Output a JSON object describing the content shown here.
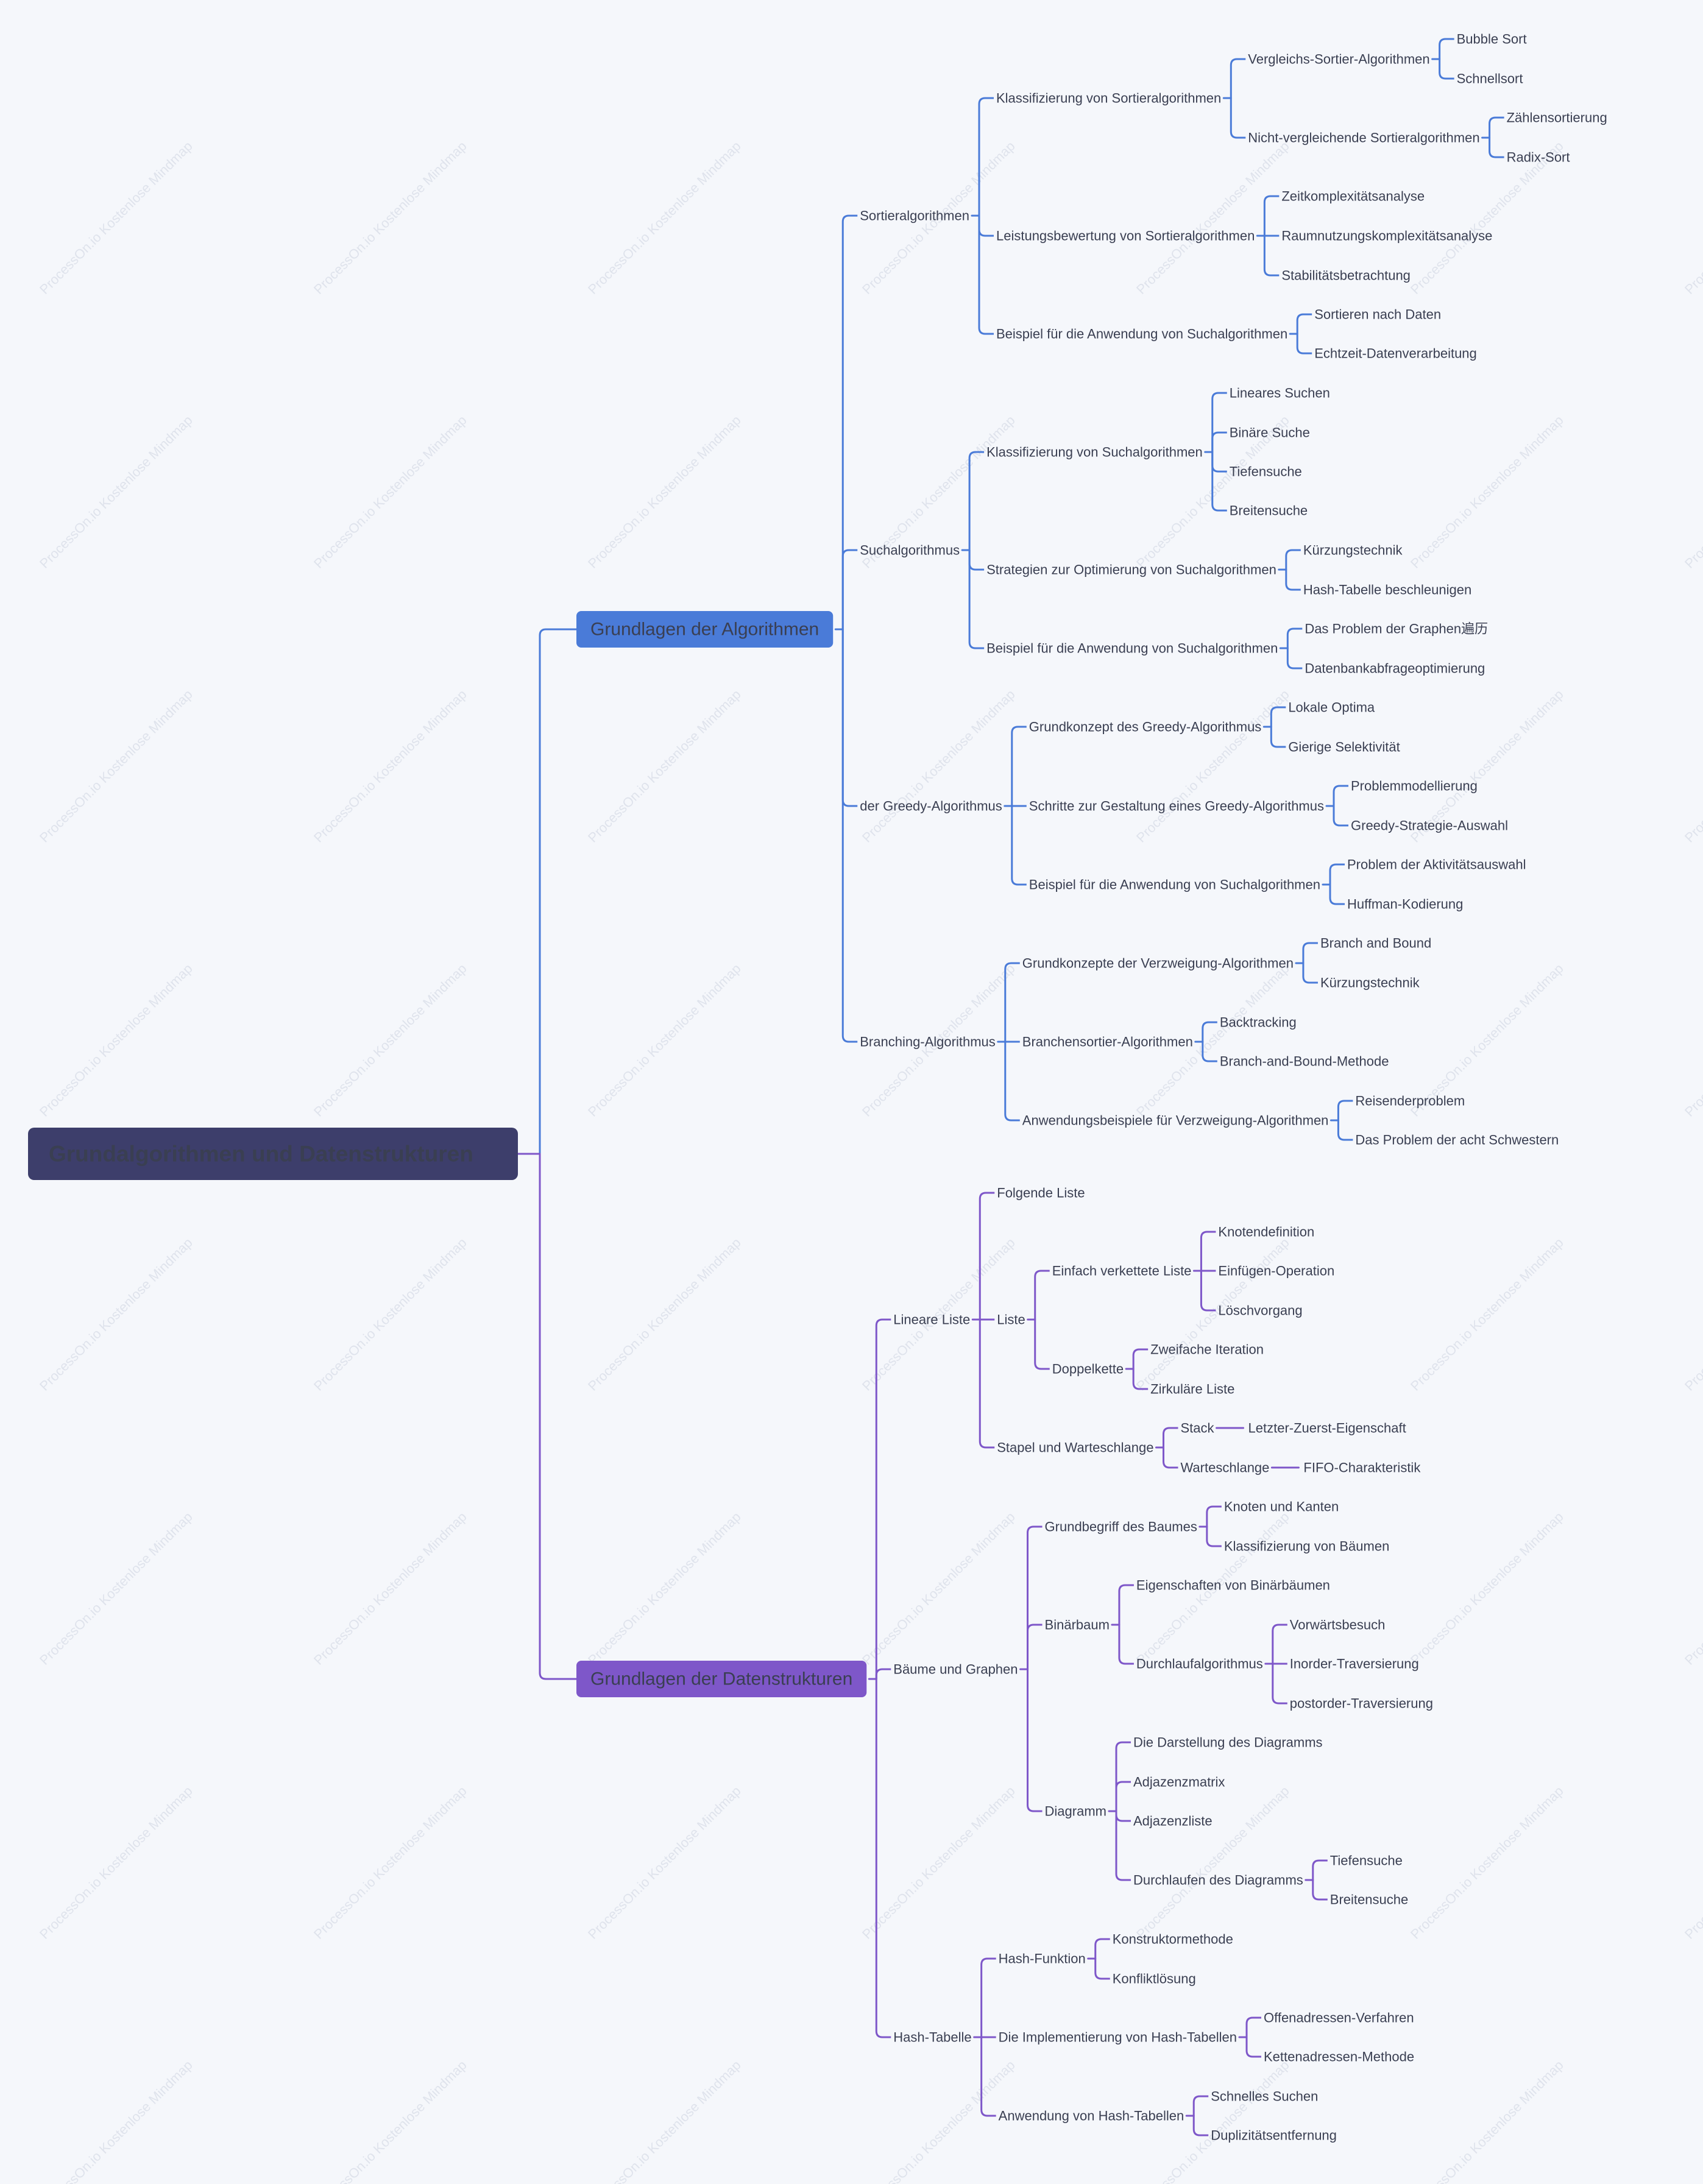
{
  "watermark": "ProcessOn.io Kostenlose Mindmap",
  "colors": {
    "background": "#f5f7fb",
    "root": "#3d3e6b",
    "branch_algorithms": "#4a7bd8",
    "branch_structures": "#7e57c9",
    "text": "#3a3f52",
    "watermark": "#dfe3ec"
  },
  "root": {
    "label": "Grundalgorithmen und Datenstrukturen"
  },
  "branches": [
    {
      "label": "Grundlagen der Algorithmen",
      "children": [
        {
          "label": "Sortieralgorithmen",
          "children": [
            {
              "label": "Klassifizierung von Sortieralgorithmen",
              "children": [
                {
                  "label": "Vergleichs-Sortier-Algorithmen",
                  "children": [
                    {
                      "label": "Bubble Sort"
                    },
                    {
                      "label": "Schnellsort"
                    }
                  ]
                },
                {
                  "label": "Nicht-vergleichende Sortieralgorithmen",
                  "children": [
                    {
                      "label": "Zählensortierung"
                    },
                    {
                      "label": "Radix-Sort"
                    }
                  ]
                }
              ]
            },
            {
              "label": "Leistungsbewertung von Sortieralgorithmen",
              "children": [
                {
                  "label": "Zeitkomplexitätsanalyse"
                },
                {
                  "label": "Raumnutzungskomplexitätsanalyse"
                },
                {
                  "label": "Stabilitätsbetrachtung"
                }
              ]
            },
            {
              "label": "Beispiel für die Anwendung von Suchalgorithmen",
              "children": [
                {
                  "label": "Sortieren nach Daten"
                },
                {
                  "label": "Echtzeit-Datenverarbeitung"
                }
              ]
            }
          ]
        },
        {
          "label": "Suchalgorithmus",
          "children": [
            {
              "label": "Klassifizierung von Suchalgorithmen",
              "children": [
                {
                  "label": "Lineares Suchen"
                },
                {
                  "label": "Binäre Suche"
                },
                {
                  "label": "Tiefensuche"
                },
                {
                  "label": "Breitensuche"
                }
              ]
            },
            {
              "label": "Strategien zur Optimierung von Suchalgorithmen",
              "children": [
                {
                  "label": "Kürzungstechnik"
                },
                {
                  "label": "Hash-Tabelle beschleunigen"
                }
              ]
            },
            {
              "label": "Beispiel für die Anwendung von Suchalgorithmen",
              "children": [
                {
                  "label": "Das Problem der Graphen遍历"
                },
                {
                  "label": "Datenbankabfrageoptimierung"
                }
              ]
            }
          ]
        },
        {
          "label": "der Greedy-Algorithmus",
          "children": [
            {
              "label": "Grundkonzept des Greedy-Algorithmus",
              "children": [
                {
                  "label": "Lokale Optima"
                },
                {
                  "label": "Gierige Selektivität"
                }
              ]
            },
            {
              "label": "Schritte zur Gestaltung eines Greedy-Algorithmus",
              "children": [
                {
                  "label": "Problemmodellierung"
                },
                {
                  "label": "Greedy-Strategie-Auswahl"
                }
              ]
            },
            {
              "label": "Beispiel für die Anwendung von Suchalgorithmen",
              "children": [
                {
                  "label": "Problem der Aktivitätsauswahl"
                },
                {
                  "label": "Huffman-Kodierung"
                }
              ]
            }
          ]
        },
        {
          "label": "Branching-Algorithmus",
          "children": [
            {
              "label": "Grundkonzepte der Verzweigung-Algorithmen",
              "children": [
                {
                  "label": "Branch and Bound"
                },
                {
                  "label": "Kürzungstechnik"
                }
              ]
            },
            {
              "label": "Branchensortier-Algorithmen",
              "children": [
                {
                  "label": "Backtracking"
                },
                {
                  "label": "Branch-and-Bound-Methode"
                }
              ]
            },
            {
              "label": "Anwendungsbeispiele für Verzweigung-Algorithmen",
              "children": [
                {
                  "label": "Reisenderproblem"
                },
                {
                  "label": "Das Problem der acht Schwestern"
                }
              ]
            }
          ]
        }
      ]
    },
    {
      "label": "Grundlagen der Datenstrukturen",
      "children": [
        {
          "label": "Lineare Liste",
          "children": [
            {
              "label": "Folgende Liste"
            },
            {
              "label": "Liste",
              "children": [
                {
                  "label": "Einfach verkettete Liste",
                  "children": [
                    {
                      "label": "Knotendefinition"
                    },
                    {
                      "label": "Einfügen-Operation"
                    },
                    {
                      "label": "Löschvorgang"
                    }
                  ]
                },
                {
                  "label": "Doppelkette",
                  "children": [
                    {
                      "label": "Zweifache Iteration"
                    },
                    {
                      "label": "Zirkuläre Liste"
                    }
                  ]
                }
              ]
            },
            {
              "label": "Stapel und Warteschlange",
              "children": [
                {
                  "label": "Stack",
                  "children": [
                    {
                      "label": "Letzter-Zuerst-Eigenschaft"
                    }
                  ]
                },
                {
                  "label": "Warteschlange",
                  "children": [
                    {
                      "label": "FIFO-Charakteristik"
                    }
                  ]
                }
              ]
            }
          ]
        },
        {
          "label": "Bäume und Graphen",
          "children": [
            {
              "label": "Grundbegriff des Baumes",
              "children": [
                {
                  "label": "Knoten und Kanten"
                },
                {
                  "label": "Klassifizierung von Bäumen"
                }
              ]
            },
            {
              "label": "Binärbaum",
              "children": [
                {
                  "label": "Eigenschaften von Binärbäumen"
                },
                {
                  "label": "Durchlaufalgorithmus",
                  "children": [
                    {
                      "label": "Vorwärtsbesuch"
                    },
                    {
                      "label": "Inorder-Traversierung"
                    },
                    {
                      "label": "postorder-Traversierung"
                    }
                  ]
                }
              ]
            },
            {
              "label": "Diagramm",
              "children": [
                {
                  "label": "Die Darstellung des Diagramms"
                },
                {
                  "label": "Adjazenzmatrix"
                },
                {
                  "label": "Adjazenzliste"
                },
                {
                  "label": "Durchlaufen des Diagramms",
                  "children": [
                    {
                      "label": "Tiefensuche"
                    },
                    {
                      "label": "Breitensuche"
                    }
                  ]
                }
              ]
            }
          ]
        },
        {
          "label": "Hash-Tabelle",
          "children": [
            {
              "label": "Hash-Funktion",
              "children": [
                {
                  "label": "Konstruktormethode"
                },
                {
                  "label": "Konfliktlösung"
                }
              ]
            },
            {
              "label": "Die Implementierung von Hash-Tabellen",
              "children": [
                {
                  "label": "Offenadressen-Verfahren"
                },
                {
                  "label": "Kettenadressen-Methode"
                }
              ]
            },
            {
              "label": "Anwendung von Hash-Tabellen",
              "children": [
                {
                  "label": "Schnelles Suchen"
                },
                {
                  "label": "Duplizitätsentfernung"
                }
              ]
            }
          ]
        }
      ]
    }
  ]
}
